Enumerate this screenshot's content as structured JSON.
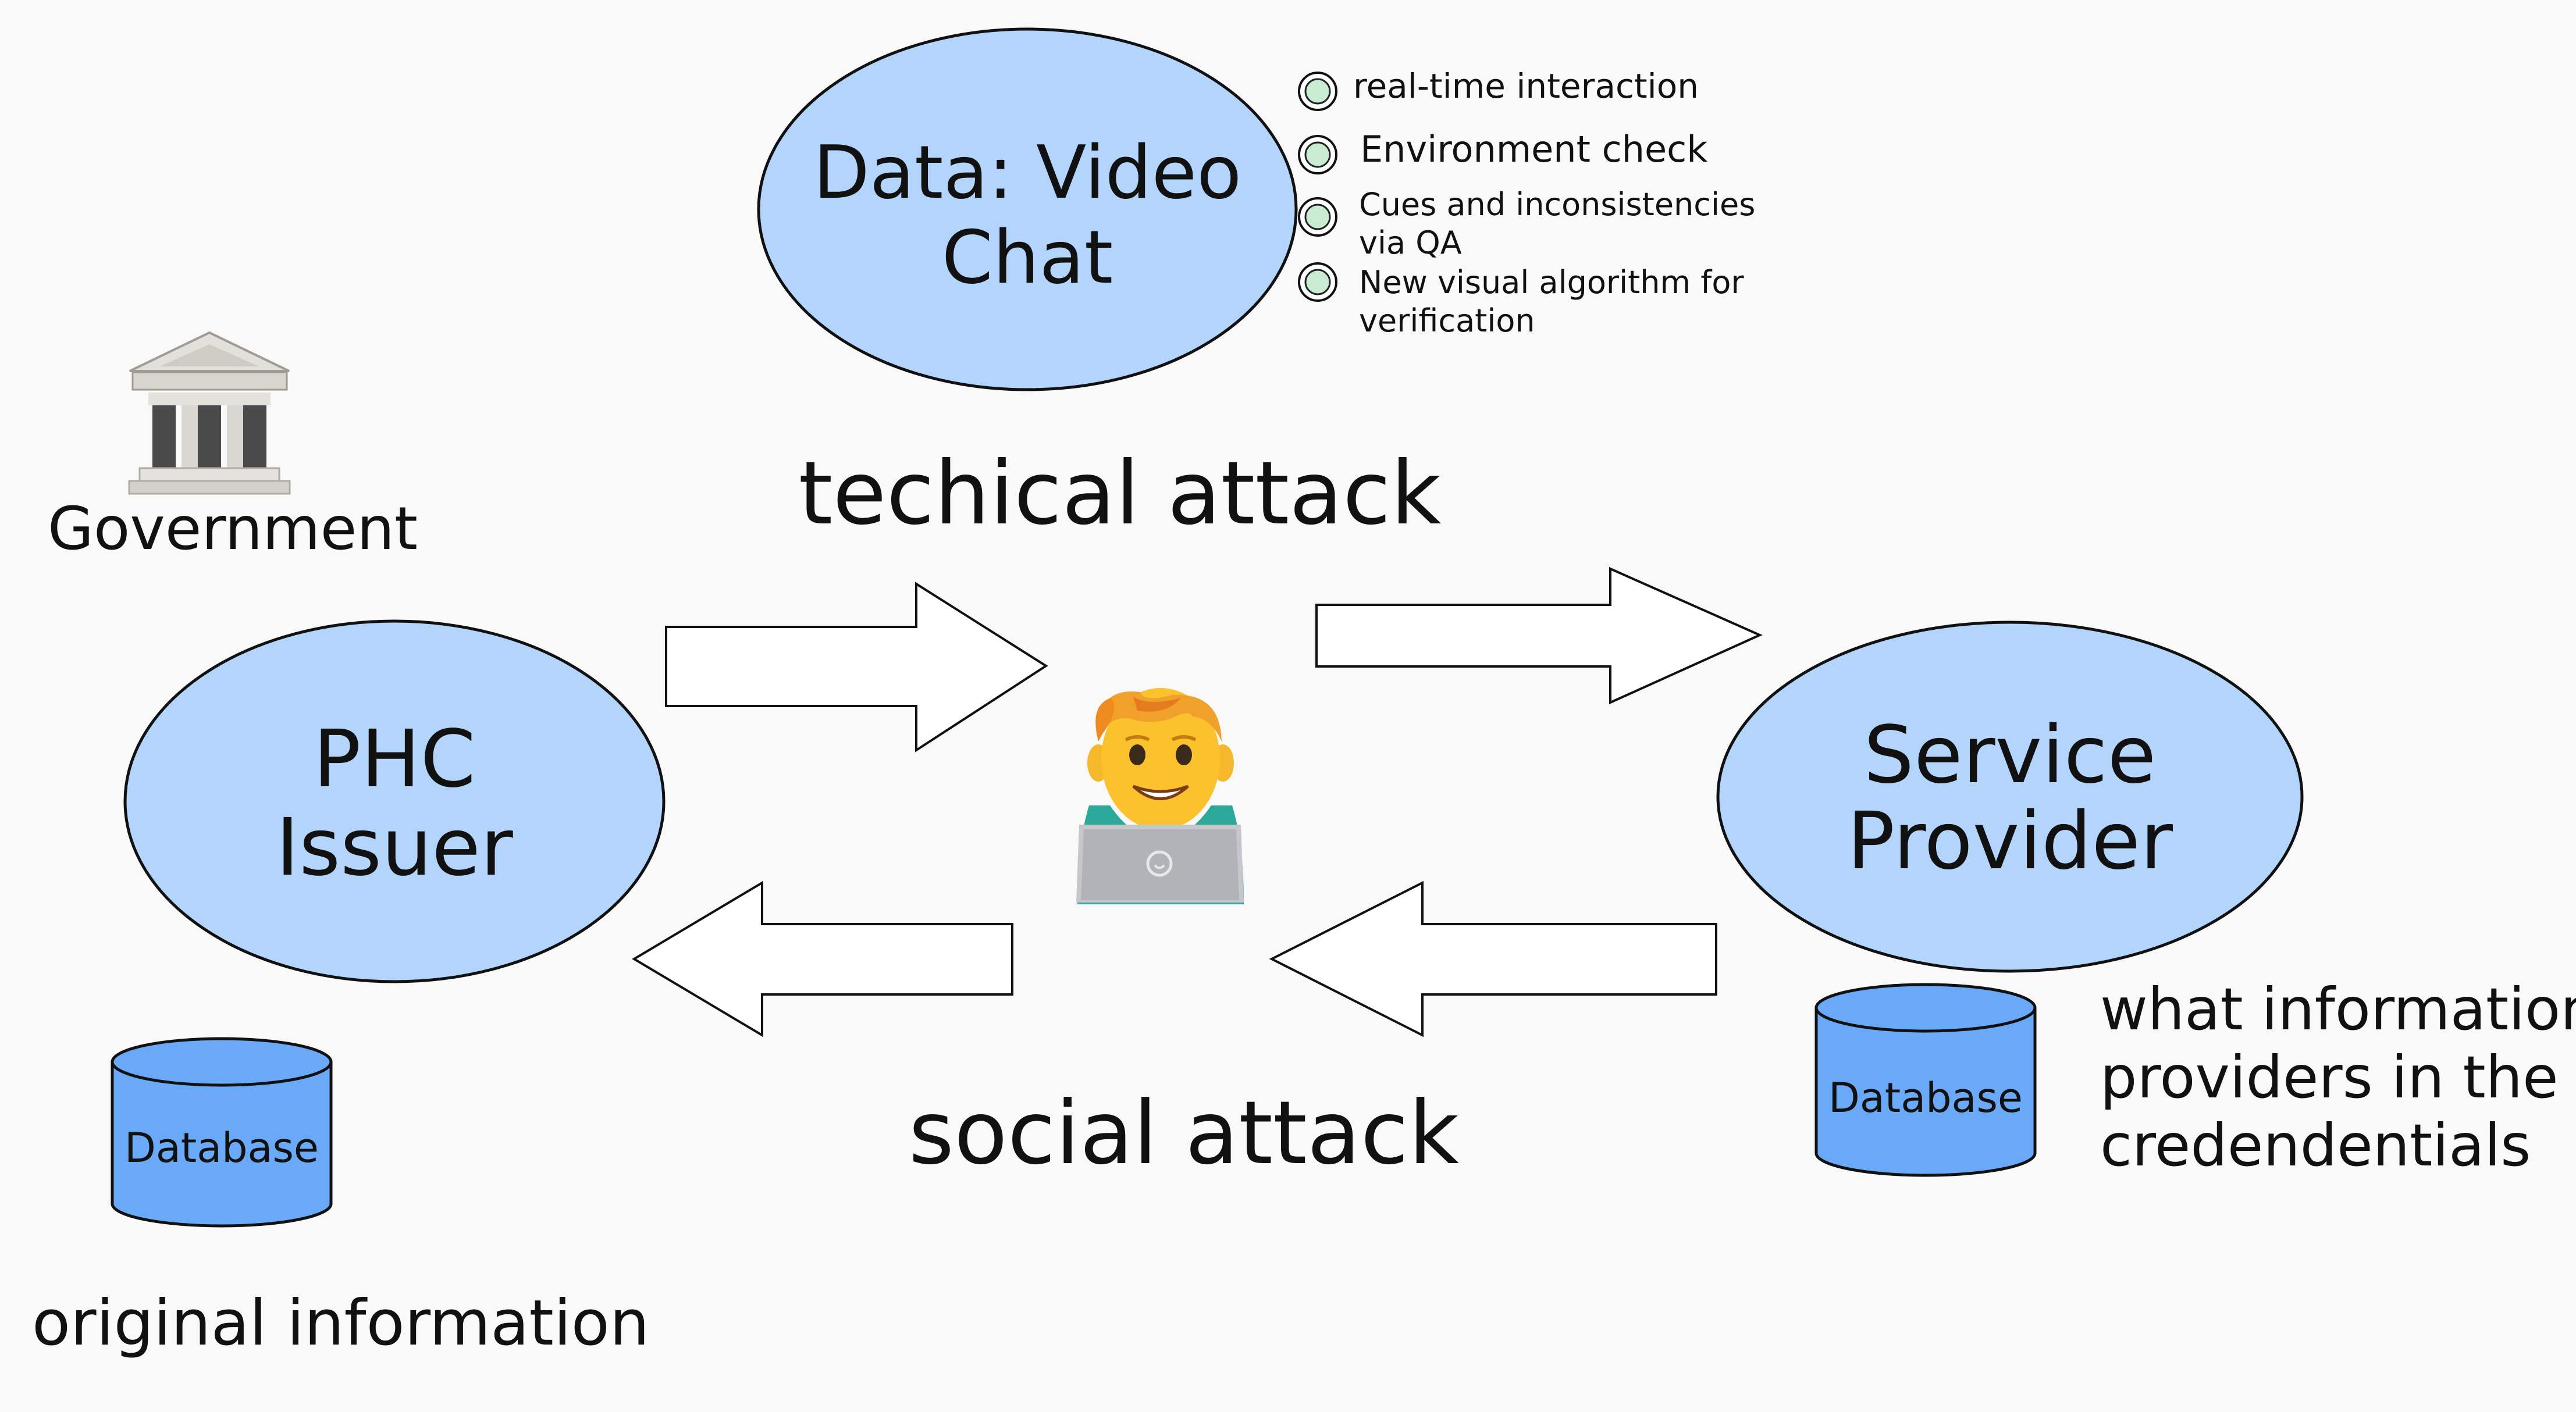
{
  "video_chat": {
    "line1": "Data: Video",
    "line2": "Chat"
  },
  "checklist": [
    {
      "line1": "real-time interaction",
      "line2": ""
    },
    {
      "line1": "Environment check",
      "line2": ""
    },
    {
      "line1": "Cues and inconsistencies",
      "line2": "via QA"
    },
    {
      "line1": "New visual algorithm for",
      "line2": "verification"
    }
  ],
  "government": {
    "label": "Government",
    "icon": "government-building-icon"
  },
  "technical_attack": "techical attack",
  "social_attack": "social attack",
  "phc_issuer": {
    "line1": "PHC",
    "line2": "Issuer"
  },
  "service_provider": {
    "line1": "Service",
    "line2": "Provider"
  },
  "attacker": {
    "icon": "man-technologist-icon"
  },
  "issuer_database": {
    "label": "Database",
    "caption": "original information"
  },
  "provider_database": {
    "label": "Database",
    "caption_line1": "what information",
    "caption_line2": "providers in the",
    "caption_line3": "credendentials"
  },
  "colors": {
    "background": "#f9f9f9",
    "ellipse_fill": "#b3d4fb",
    "database_fill": "#6aa9f7",
    "bullet_fill": "#c9ebd2",
    "outline": "#111111"
  }
}
